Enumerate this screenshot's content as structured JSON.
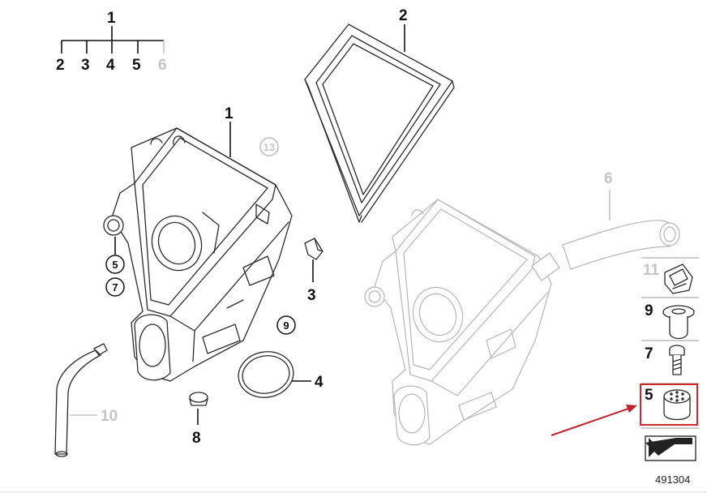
{
  "hierarchy": {
    "parent": "1",
    "children": [
      "2",
      "3",
      "4",
      "5",
      "6"
    ],
    "grey_children": [
      "6"
    ]
  },
  "callouts": {
    "filter_element": "2",
    "housing": "1",
    "circled_13": "13",
    "circled_5": "5",
    "circled_7": "7",
    "circled_9": "9",
    "clip": "3",
    "seal_ring": "4",
    "grommet": "8",
    "hose_10": "10",
    "intake_6": "6"
  },
  "sidebar": {
    "items": [
      {
        "label": "11",
        "grey": true
      },
      {
        "label": "9",
        "grey": false
      },
      {
        "label": "7",
        "grey": false
      },
      {
        "label": "5",
        "grey": false
      }
    ]
  },
  "doc_id": "491304",
  "colors": {
    "highlight": "#d0262c",
    "arrow": "#c0232a",
    "grey_label": "#c4c4c4",
    "ink": "#111111"
  }
}
